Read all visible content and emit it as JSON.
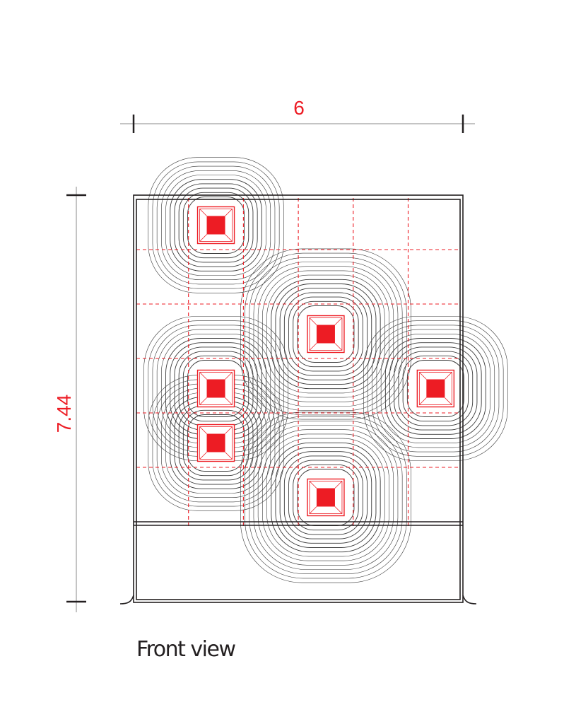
{
  "drawing": {
    "width_dimension": "6",
    "height_dimension": "7.44",
    "caption": "Front view"
  },
  "colors": {
    "accent": "#ed1c24",
    "line": "#231f20",
    "contour": "#3a3a3a",
    "dimension_line": "#8a8a8a"
  },
  "grid": {
    "columns": 6,
    "rows": 6
  },
  "nodes": [
    {
      "col": 1.5,
      "row": 0.5,
      "rings": 10
    },
    {
      "col": 3.5,
      "row": 2.5,
      "rings": 14
    },
    {
      "col": 1.5,
      "row": 3.5,
      "rings": 11
    },
    {
      "col": 5.5,
      "row": 3.5,
      "rings": 11
    },
    {
      "col": 1.5,
      "row": 4.5,
      "rings": 10
    },
    {
      "col": 3.5,
      "row": 5.5,
      "rings": 14
    }
  ]
}
